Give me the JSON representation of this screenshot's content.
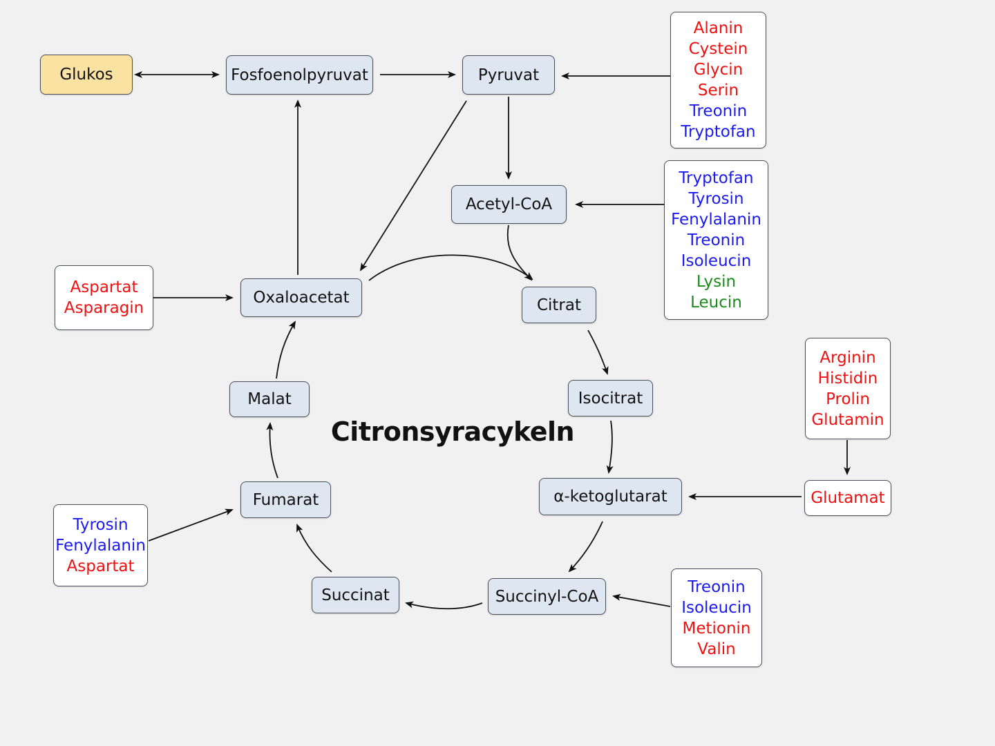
{
  "title": "Citronsyracykeln",
  "colors": {
    "red": "#ee1111",
    "blue": "#1a1aee",
    "green": "#1a8a1a",
    "node_fill": "#dde6f1",
    "glukos_fill": "#fae2a2"
  },
  "nodes": {
    "glukos": "Glukos",
    "fosfoenolpyruvat": "Fosfoenolpyruvat",
    "pyruvat": "Pyruvat",
    "acetyl_coa": "Acetyl-CoA",
    "oxaloacetat": "Oxaloacetat",
    "citrat": "Citrat",
    "isocitrat": "Isocitrat",
    "alfa_ketoglutarat": "α-ketoglutarat",
    "succinyl_coa": "Succinyl-CoA",
    "succinat": "Succinat",
    "fumarat": "Fumarat",
    "malat": "Malat",
    "glutamat": "Glutamat"
  },
  "lists": {
    "pyruvat_sources": [
      {
        "text": "Alanin",
        "color": "red"
      },
      {
        "text": "Cystein",
        "color": "red"
      },
      {
        "text": "Glycin",
        "color": "red"
      },
      {
        "text": "Serin",
        "color": "red"
      },
      {
        "text": "Treonin",
        "color": "blue"
      },
      {
        "text": "Tryptofan",
        "color": "blue"
      }
    ],
    "acetyl_sources": [
      {
        "text": "Tryptofan",
        "color": "blue"
      },
      {
        "text": "Tyrosin",
        "color": "blue"
      },
      {
        "text": "Fenylalanin",
        "color": "blue"
      },
      {
        "text": "Treonin",
        "color": "blue"
      },
      {
        "text": "Isoleucin",
        "color": "blue"
      },
      {
        "text": "Lysin",
        "color": "green"
      },
      {
        "text": "Leucin",
        "color": "green"
      }
    ],
    "oxaloacetat_sources": [
      {
        "text": "Aspartat",
        "color": "red"
      },
      {
        "text": "Asparagin",
        "color": "red"
      }
    ],
    "glutamat_sources": [
      {
        "text": "Arginin",
        "color": "red"
      },
      {
        "text": "Histidin",
        "color": "red"
      },
      {
        "text": "Prolin",
        "color": "red"
      },
      {
        "text": "Glutamin",
        "color": "red"
      }
    ],
    "fumarat_sources": [
      {
        "text": "Tyrosin",
        "color": "blue"
      },
      {
        "text": "Fenylalanin",
        "color": "blue"
      },
      {
        "text": "Aspartat",
        "color": "red"
      }
    ],
    "succinyl_sources": [
      {
        "text": "Treonin",
        "color": "blue"
      },
      {
        "text": "Isoleucin",
        "color": "blue"
      },
      {
        "text": "Metionin",
        "color": "red"
      },
      {
        "text": "Valin",
        "color": "red"
      }
    ]
  }
}
